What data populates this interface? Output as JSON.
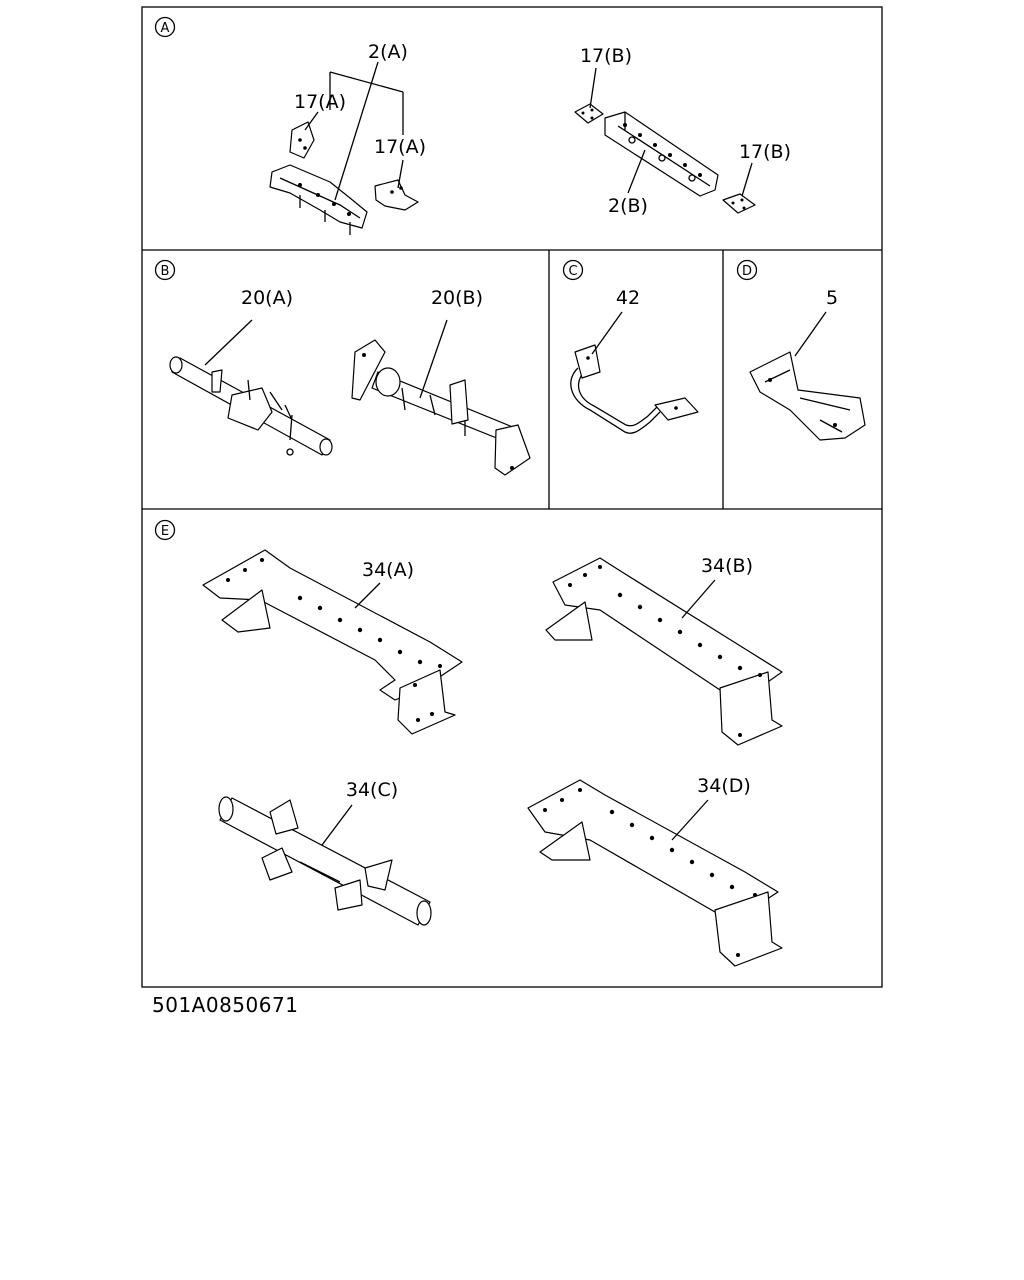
{
  "sections": {
    "A": {
      "marker": "A",
      "labels": {
        "p2a": "2(A)",
        "p17a_1": "17(A)",
        "p17a_2": "17(A)",
        "p17b_1": "17(B)",
        "p17b_2": "17(B)",
        "p2b": "2(B)"
      }
    },
    "B": {
      "marker": "B",
      "labels": {
        "p20a": "20(A)",
        "p20b": "20(B)"
      }
    },
    "C": {
      "marker": "C",
      "labels": {
        "p42": "42"
      }
    },
    "D": {
      "marker": "D",
      "labels": {
        "p5": "5"
      }
    },
    "E": {
      "marker": "E",
      "labels": {
        "p34a": "34(A)",
        "p34b": "34(B)",
        "p34c": "34(C)",
        "p34d": "34(D)"
      }
    }
  },
  "figure_code": "501A0850671"
}
